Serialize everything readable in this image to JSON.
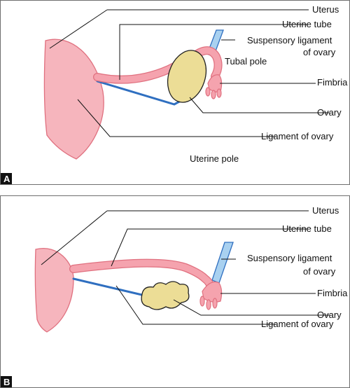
{
  "panels": [
    {
      "letter": "A",
      "labels": {
        "uterus": "Uterus",
        "uterine_tube": "Uterine tube",
        "suspensory_1": "Suspensory ligament",
        "suspensory_2": "of ovary",
        "tubal_pole": "Tubal pole",
        "fimbria": "Fimbria",
        "ovary": "Ovary",
        "ligament_of_ovary": "Ligament of ovary",
        "uterine_pole": "Uterine pole"
      }
    },
    {
      "letter": "B",
      "labels": {
        "uterus": "Uterus",
        "uterine_tube": "Uterine tube",
        "suspensory_1": "Suspensory ligament",
        "suspensory_2": "of ovary",
        "fimbria": "Fimbria",
        "ovary": "Ovary",
        "ligament_of_ovary": "Ligament of ovary"
      }
    }
  ],
  "colors": {
    "uterus_fill": "#f6b5bd",
    "uterus_stroke": "#e0707f",
    "tube_fill": "#f5a3ae",
    "ovary_fill": "#ecdd96",
    "ligament": "#2f6fc0",
    "suspensory_fill": "#a9d1f0",
    "panel_border": "#6f6f6f",
    "letter_box": "#111111"
  }
}
